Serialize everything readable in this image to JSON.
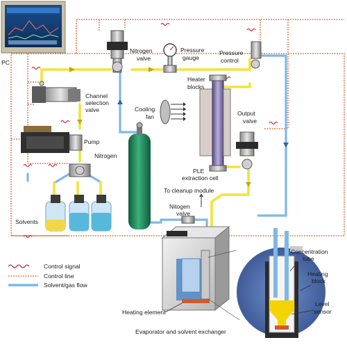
{
  "labels": {
    "pc": "PC",
    "nitrogen_valve": [
      "Nitrogen",
      "valve"
    ],
    "pressure_gauge": [
      "Pressure",
      "gauge"
    ],
    "pressure_control": [
      "Pressure",
      "control"
    ],
    "channel_selection_valve": [
      "Channel",
      "selection",
      "valve"
    ],
    "heater_blocks": [
      "Heater",
      "blocks"
    ],
    "cooling_fan": [
      "Cooling",
      "fan"
    ],
    "output_valve": [
      "Output",
      "valve"
    ],
    "pump": "Pump",
    "nitrogen": "Nitrogen",
    "ple_extraction_cell": [
      "PLE",
      "extraction cell"
    ],
    "to_cleanup_module": "To cleanup module",
    "solvents": "Solvents",
    "nitogen_valve_lower": [
      "Nitogen",
      "valve"
    ],
    "concentration_tube": [
      "Concentration",
      "tube"
    ],
    "heating_block": [
      "Heating",
      "block"
    ],
    "level_sensor": [
      "Level",
      "sensor"
    ],
    "heating_element": "Heating element",
    "evaporator": "Evaporator and solvent exchanger"
  },
  "legend": {
    "control_signal": "Control signal",
    "control_line": "Control line",
    "solvent_gas_flow": "Solvent/gas flow"
  },
  "colors": {
    "control_line": "#e0602a",
    "control_signal": "#d2243a",
    "gas_flow": "#7fb8e6",
    "solvent_flow": "#f2e33a",
    "cylinder": "#1f8c5e",
    "bottle": "#b9dbee"
  }
}
